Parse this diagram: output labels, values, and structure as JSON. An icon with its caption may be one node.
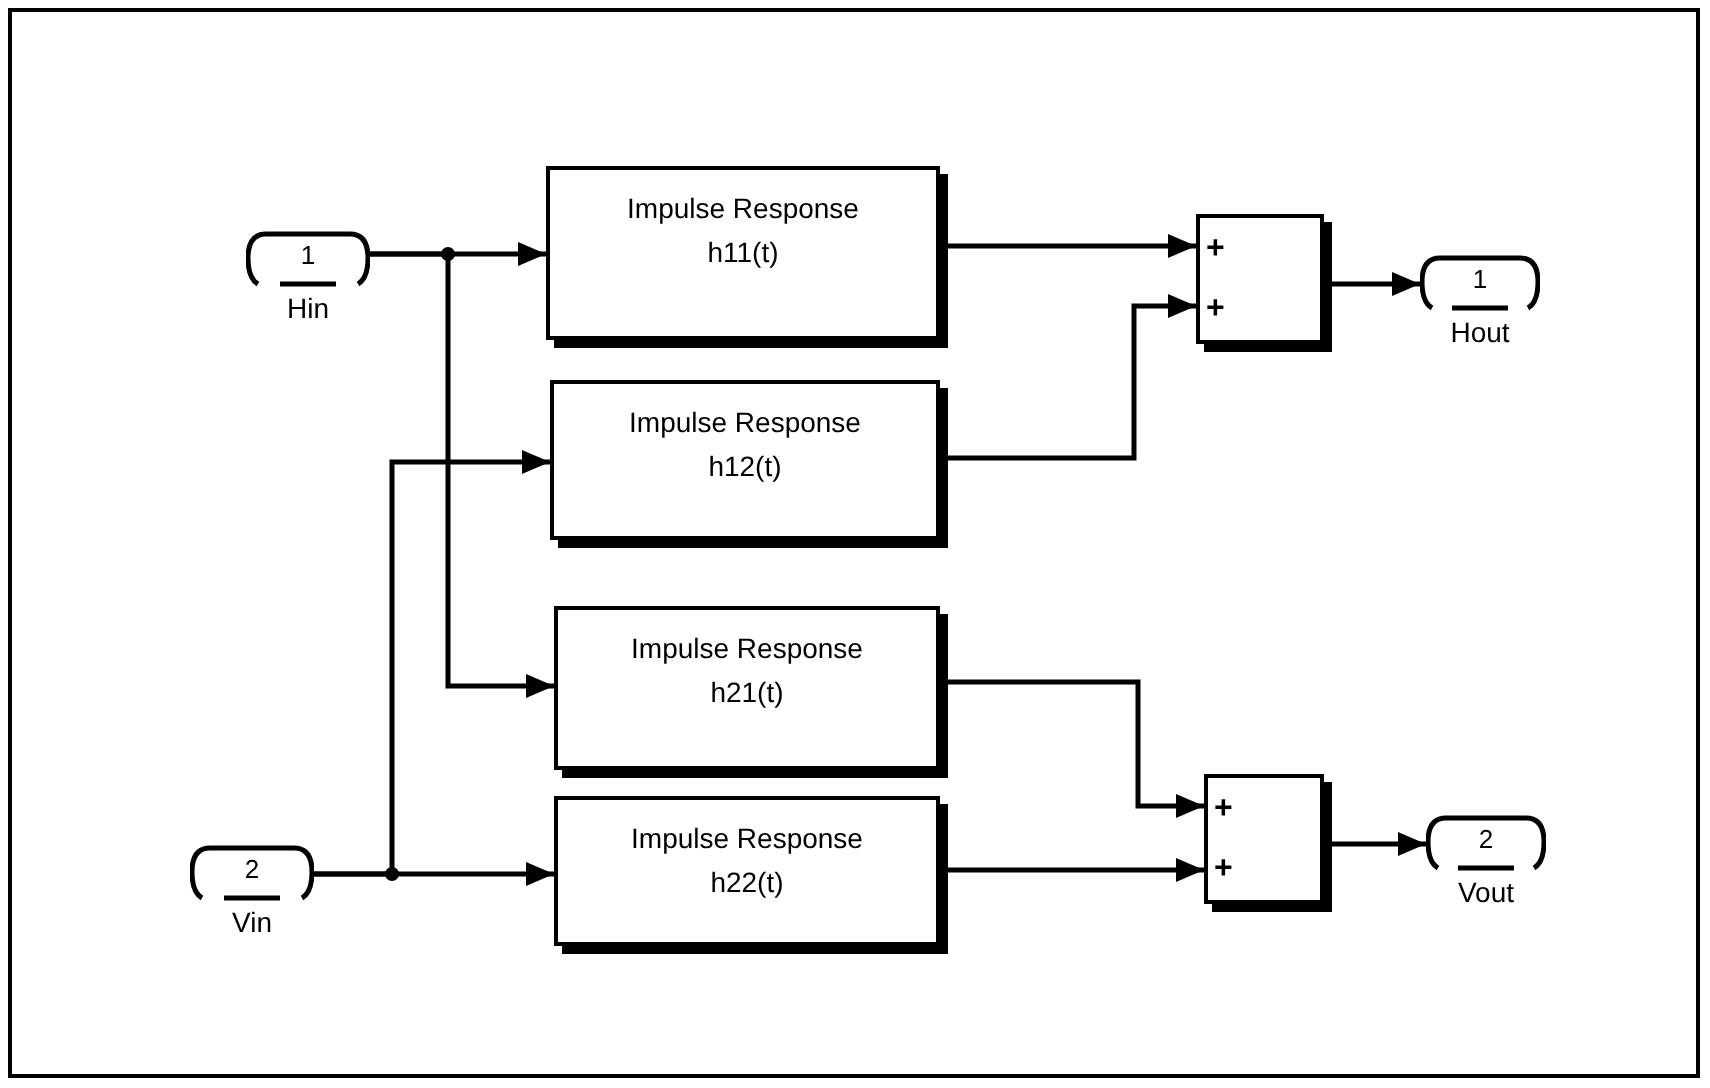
{
  "diagram": {
    "nodes": [
      {
        "text": [
          "1",
          "Hin"
        ]
      },
      {
        "text": [
          "Impulse Response h11(t)"
        ]
      },
      {
        "text": [
          "Impulse Response h12(t)"
        ]
      },
      {
        "text": [
          "Impulse Response h21(t)"
        ]
      },
      {
        "text": [
          "Impulse Response h22(t)"
        ]
      },
      {
        "text": [
          "2",
          "Vin"
        ]
      },
      {
        "text": [
          "+",
          "+"
        ]
      },
      {
        "text": [
          "1",
          "Hout"
        ]
      },
      {
        "text": [
          "+",
          "+"
        ]
      },
      {
        "text": [
          "2",
          "Vout"
        ]
      }
    ],
    "edges": [
      {
        "from": 0,
        "to": 1,
        "arrow": "to"
      },
      {
        "from": 0,
        "to": 3,
        "arrow": "to"
      },
      {
        "from": 5,
        "to": 4,
        "arrow": "to"
      },
      {
        "from": 5,
        "to": 2,
        "arrow": "to"
      },
      {
        "from": 1,
        "to": 6,
        "arrow": "to"
      },
      {
        "from": 2,
        "to": 6,
        "arrow": "to"
      },
      {
        "from": 3,
        "to": 8,
        "arrow": "to"
      },
      {
        "from": 4,
        "to": 8,
        "arrow": "to"
      },
      {
        "from": 6,
        "to": 7,
        "arrow": "to"
      },
      {
        "from": 8,
        "to": 9,
        "arrow": "to"
      }
    ]
  }
}
